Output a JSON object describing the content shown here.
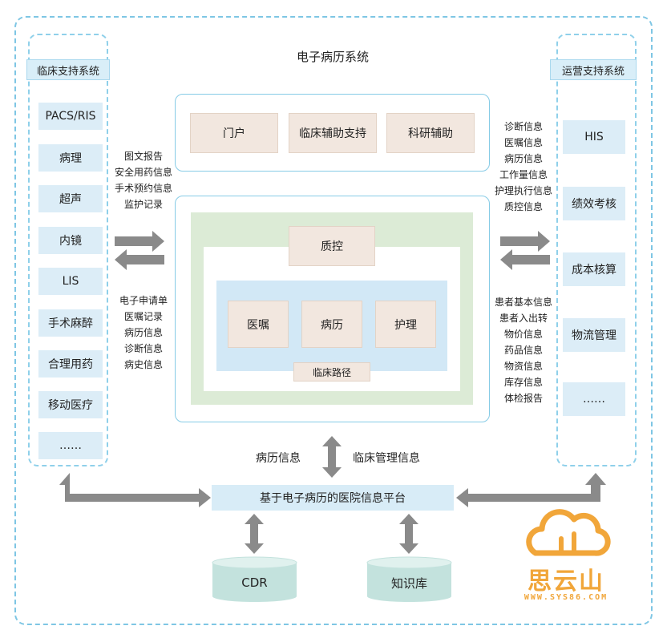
{
  "title": "电子病历系统",
  "left_panel": {
    "title": "临床支持系统",
    "items": [
      "PACS/RIS",
      "病理",
      "超声",
      "内镜",
      "LIS",
      "手术麻醉",
      "合理用药",
      "移动医疗",
      "……"
    ]
  },
  "right_panel": {
    "title": "运营支持系统",
    "items": [
      "HIS",
      "绩效考核",
      "成本核算",
      "物流管理",
      "……"
    ]
  },
  "top_modules": [
    "门户",
    "临床辅助支持",
    "科研辅助"
  ],
  "core": {
    "quality": "质控",
    "modules": [
      "医嘱",
      "病历",
      "护理"
    ],
    "pathway": "临床路径"
  },
  "left_info_top": [
    "图文报告",
    "安全用药信息",
    "手术预约信息",
    "监护记录"
  ],
  "left_info_bottom": [
    "电子申请单",
    "医嘱记录",
    "病历信息",
    "诊断信息",
    "病史信息"
  ],
  "right_info_top": [
    "诊断信息",
    "医嘱信息",
    "病历信息",
    "工作量信息",
    "护理执行信息",
    "质控信息"
  ],
  "right_info_bottom": [
    "患者基本信息",
    "患者入出转",
    "物价信息",
    "药品信息",
    "物资信息",
    "库存信息",
    "体检报告"
  ],
  "platform_labels": {
    "left": "病历信息",
    "right": "临床管理信息"
  },
  "platform": "基于电子病历的医院信息平台",
  "databases": [
    "CDR",
    "知识库"
  ],
  "logo": {
    "name": "思云山",
    "url": "WWW.SYS86.COM"
  },
  "colors": {
    "border": "#7ec6e4",
    "side_item": "#dcedf7",
    "module": "#f2e7df",
    "core_green": "#dcebd6",
    "core_blue": "#d2e8f6",
    "arrow": "#8a8a8a",
    "logo": "#f1a63a"
  }
}
